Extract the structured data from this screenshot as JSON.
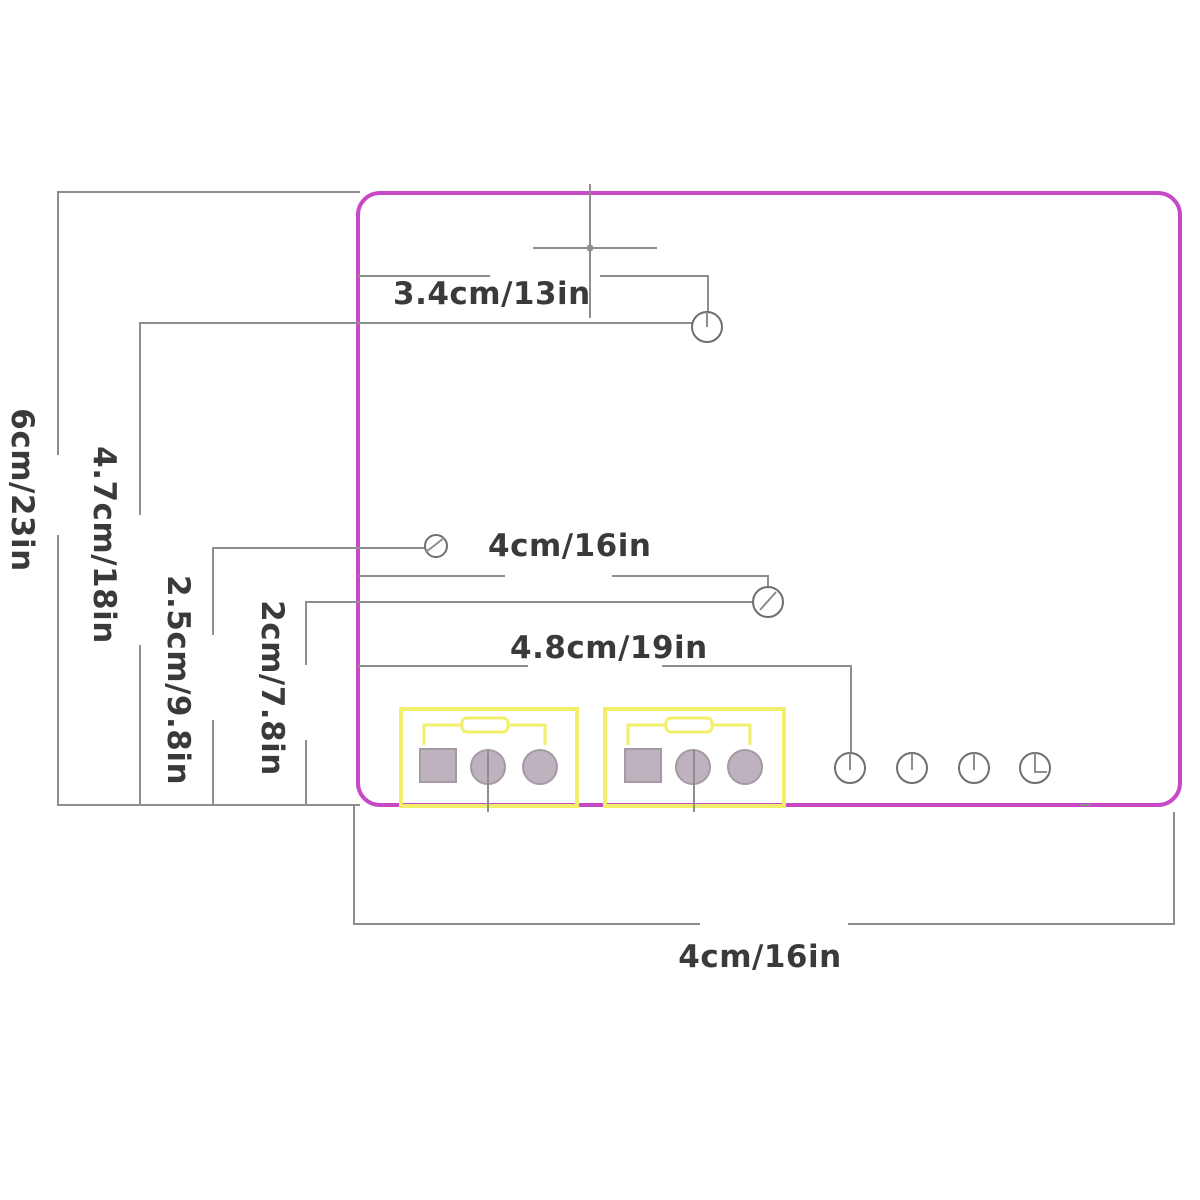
{
  "colors": {
    "board_outline": "#c849c8",
    "terminal_block": "#f2ef6a",
    "pad_fill": "#bfb2bf",
    "pad_stroke": "#a49aa4",
    "dimension_line": "#8e8e8e",
    "dimension_text": "#3a3a3a",
    "hole_stroke": "#6e6e6e"
  },
  "dimensions": {
    "height_total": "6cm/23in",
    "hole_top_height": "4.7cm/18in",
    "hole_mid_left_height": "2.5cm/9.8in",
    "hole_mid_right_height": "2cm/7.8in",
    "hole_top_offset": "3.4cm/13in",
    "hole_mid_offset": "4cm/16in",
    "header_offset": "4.8cm/19in",
    "width_total": "4cm/16in"
  },
  "terminal_blocks": [
    {
      "pads": [
        "square",
        "circle",
        "circle"
      ]
    },
    {
      "pads": [
        "square",
        "circle",
        "circle"
      ]
    }
  ],
  "header_pins": {
    "count": 4,
    "icon": "circle-pin-icon"
  },
  "icons": {
    "crosshair": "crosshair-icon",
    "mounting_hole": "mounting-hole-icon"
  }
}
